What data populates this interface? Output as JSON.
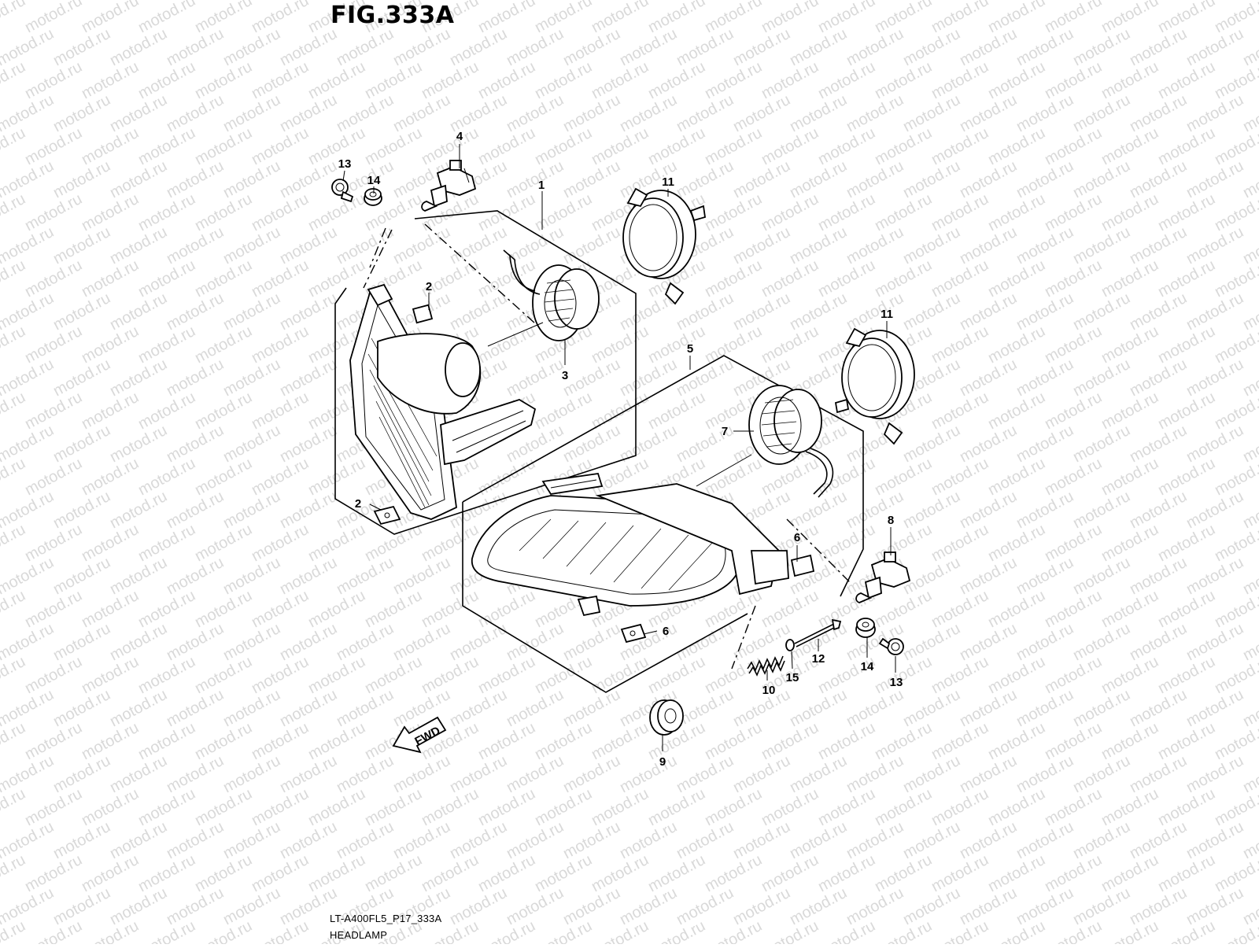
{
  "figure": {
    "title": "FIG.333A",
    "code": "LT-A400FL5_P17_333A",
    "name": "HEADLAMP"
  },
  "watermark": "motod.ru",
  "fwd_arrow_label": "FWD",
  "callouts": {
    "c1": "1",
    "c2a": "2",
    "c2b": "2",
    "c3": "3",
    "c4": "4",
    "c5": "5",
    "c6a": "6",
    "c6b": "6",
    "c7": "7",
    "c8": "8",
    "c9": "9",
    "c10": "10",
    "c11a": "11",
    "c11b": "11",
    "c12": "12",
    "c13a": "13",
    "c13b": "13",
    "c14a": "14",
    "c14b": "14",
    "c15": "15"
  }
}
